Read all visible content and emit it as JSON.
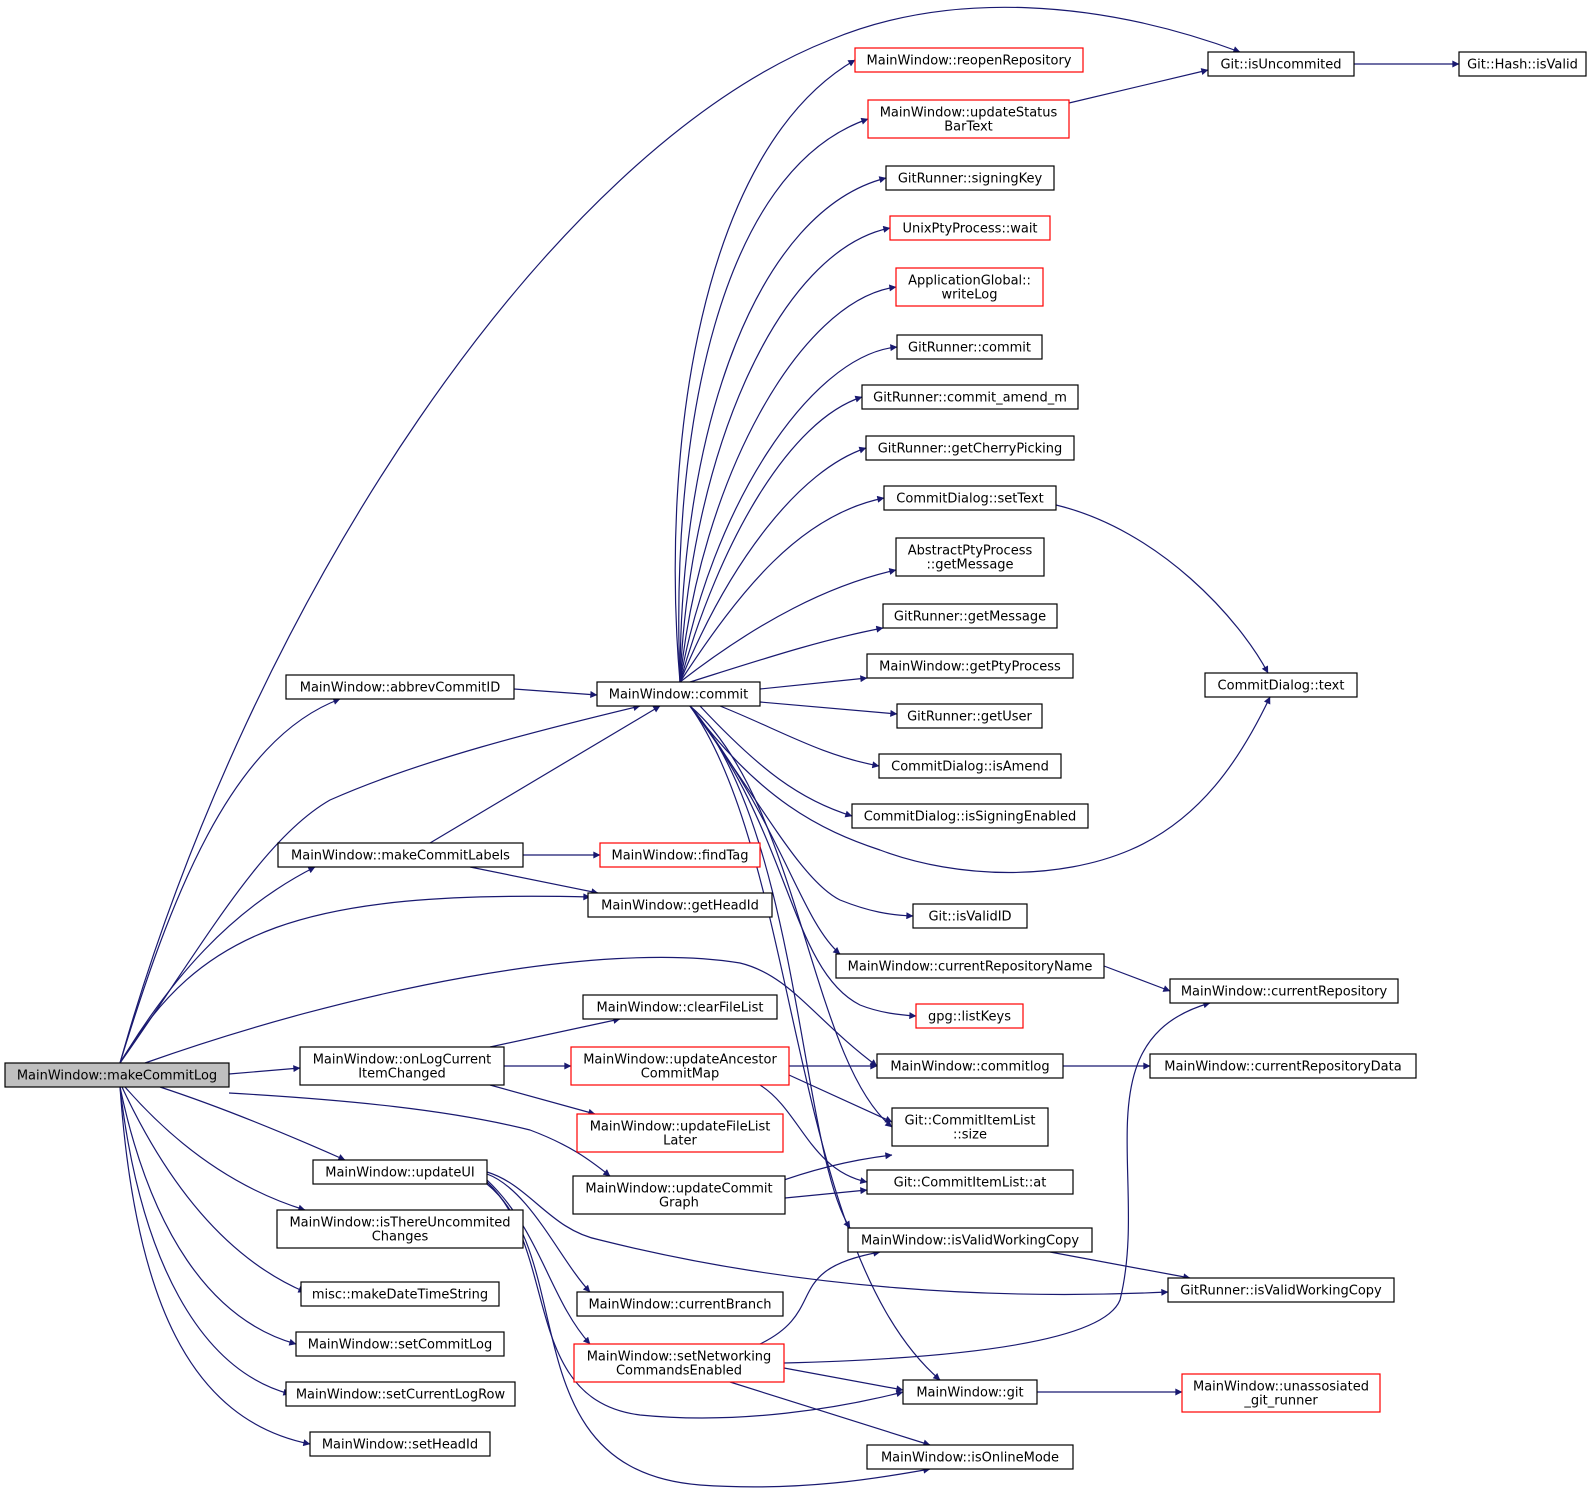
{
  "colors": {
    "edge": "#191970",
    "border_normal": "#000000",
    "border_truncated": "#ff0000",
    "root_fill": "#bfbfbf",
    "node_fill": "#ffffff"
  },
  "nodes": [
    {
      "id": "makeCommitLog",
      "lines": [
        "MainWindow::makeCommitLog"
      ],
      "style": "root"
    },
    {
      "id": "abbrevCommitID",
      "lines": [
        "MainWindow::abbrevCommitID"
      ],
      "style": "normal"
    },
    {
      "id": "makeCommitLabels",
      "lines": [
        "MainWindow::makeCommitLabels"
      ],
      "style": "normal"
    },
    {
      "id": "onLogCurrentItemChanged",
      "lines": [
        "MainWindow::onLogCurrent",
        "ItemChanged"
      ],
      "style": "normal"
    },
    {
      "id": "updateUI",
      "lines": [
        "MainWindow::updateUI"
      ],
      "style": "normal"
    },
    {
      "id": "isThereUncommitedChanges",
      "lines": [
        "MainWindow::isThereUncommited",
        "Changes"
      ],
      "style": "normal"
    },
    {
      "id": "makeDateTimeString",
      "lines": [
        "misc::makeDateTimeString"
      ],
      "style": "normal"
    },
    {
      "id": "setCommitLog",
      "lines": [
        "MainWindow::setCommitLog"
      ],
      "style": "normal"
    },
    {
      "id": "setCurrentLogRow",
      "lines": [
        "MainWindow::setCurrentLogRow"
      ],
      "style": "normal"
    },
    {
      "id": "setHeadId",
      "lines": [
        "MainWindow::setHeadId"
      ],
      "style": "normal"
    },
    {
      "id": "commit",
      "lines": [
        "MainWindow::commit"
      ],
      "style": "normal"
    },
    {
      "id": "findTag",
      "lines": [
        "MainWindow::findTag"
      ],
      "style": "truncated"
    },
    {
      "id": "getHeadId",
      "lines": [
        "MainWindow::getHeadId"
      ],
      "style": "normal"
    },
    {
      "id": "clearFileList",
      "lines": [
        "MainWindow::clearFileList"
      ],
      "style": "normal"
    },
    {
      "id": "updateAncestorCommitMap",
      "lines": [
        "MainWindow::updateAncestor",
        "CommitMap"
      ],
      "style": "truncated"
    },
    {
      "id": "updateFileListLater",
      "lines": [
        "MainWindow::updateFileList",
        "Later"
      ],
      "style": "truncated"
    },
    {
      "id": "updateCommitGraph",
      "lines": [
        "MainWindow::updateCommit",
        "Graph"
      ],
      "style": "normal"
    },
    {
      "id": "currentBranch",
      "lines": [
        "MainWindow::currentBranch"
      ],
      "style": "normal"
    },
    {
      "id": "setNetworkingCommandsEnabled",
      "lines": [
        "MainWindow::setNetworking",
        "CommandsEnabled"
      ],
      "style": "truncated"
    },
    {
      "id": "reopenRepository",
      "lines": [
        "MainWindow::reopenRepository"
      ],
      "style": "truncated"
    },
    {
      "id": "updateStatusBarText",
      "lines": [
        "MainWindow::updateStatus",
        "BarText"
      ],
      "style": "truncated"
    },
    {
      "id": "signingKey",
      "lines": [
        "GitRunner::signingKey"
      ],
      "style": "normal"
    },
    {
      "id": "wait",
      "lines": [
        "UnixPtyProcess::wait"
      ],
      "style": "truncated"
    },
    {
      "id": "writeLog",
      "lines": [
        "ApplicationGlobal::",
        "writeLog"
      ],
      "style": "truncated"
    },
    {
      "id": "gitCommit",
      "lines": [
        "GitRunner::commit"
      ],
      "style": "normal"
    },
    {
      "id": "commitAmendM",
      "lines": [
        "GitRunner::commit_amend_m"
      ],
      "style": "normal"
    },
    {
      "id": "getCherryPicking",
      "lines": [
        "GitRunner::getCherryPicking"
      ],
      "style": "normal"
    },
    {
      "id": "setText",
      "lines": [
        "CommitDialog::setText"
      ],
      "style": "normal"
    },
    {
      "id": "ptyGetMessage",
      "lines": [
        "AbstractPtyProcess",
        "::getMessage"
      ],
      "style": "normal"
    },
    {
      "id": "gitGetMessage",
      "lines": [
        "GitRunner::getMessage"
      ],
      "style": "normal"
    },
    {
      "id": "getPtyProcess",
      "lines": [
        "MainWindow::getPtyProcess"
      ],
      "style": "normal"
    },
    {
      "id": "getUser",
      "lines": [
        "GitRunner::getUser"
      ],
      "style": "normal"
    },
    {
      "id": "isAmend",
      "lines": [
        "CommitDialog::isAmend"
      ],
      "style": "normal"
    },
    {
      "id": "isSigningEnabled",
      "lines": [
        "CommitDialog::isSigningEnabled"
      ],
      "style": "normal"
    },
    {
      "id": "isValidID",
      "lines": [
        "Git::isValidID"
      ],
      "style": "normal"
    },
    {
      "id": "currentRepositoryName",
      "lines": [
        "MainWindow::currentRepositoryName"
      ],
      "style": "normal"
    },
    {
      "id": "listKeys",
      "lines": [
        "gpg::listKeys"
      ],
      "style": "truncated"
    },
    {
      "id": "commitlog",
      "lines": [
        "MainWindow::commitlog"
      ],
      "style": "normal"
    },
    {
      "id": "size",
      "lines": [
        "Git::CommitItemList",
        "::size"
      ],
      "style": "normal"
    },
    {
      "id": "at",
      "lines": [
        "Git::CommitItemList::at"
      ],
      "style": "normal"
    },
    {
      "id": "isValidWorkingCopy",
      "lines": [
        "MainWindow::isValidWorkingCopy"
      ],
      "style": "normal"
    },
    {
      "id": "git",
      "lines": [
        "MainWindow::git"
      ],
      "style": "normal"
    },
    {
      "id": "isOnlineMode",
      "lines": [
        "MainWindow::isOnlineMode"
      ],
      "style": "normal"
    },
    {
      "id": "isUncommited",
      "lines": [
        "Git::isUncommited"
      ],
      "style": "normal"
    },
    {
      "id": "hashIsValid",
      "lines": [
        "Git::Hash::isValid"
      ],
      "style": "normal"
    },
    {
      "id": "commitDialogText",
      "lines": [
        "CommitDialog::text"
      ],
      "style": "normal"
    },
    {
      "id": "currentRepository",
      "lines": [
        "MainWindow::currentRepository"
      ],
      "style": "normal"
    },
    {
      "id": "currentRepositoryData",
      "lines": [
        "MainWindow::currentRepositoryData"
      ],
      "style": "normal"
    },
    {
      "id": "gitRunnerIsValidWorkingCopy",
      "lines": [
        "GitRunner::isValidWorkingCopy"
      ],
      "style": "normal"
    },
    {
      "id": "unassosiatedGitRunner",
      "lines": [
        "MainWindow::unassosiated",
        "_git_runner"
      ],
      "style": "truncated"
    }
  ]
}
